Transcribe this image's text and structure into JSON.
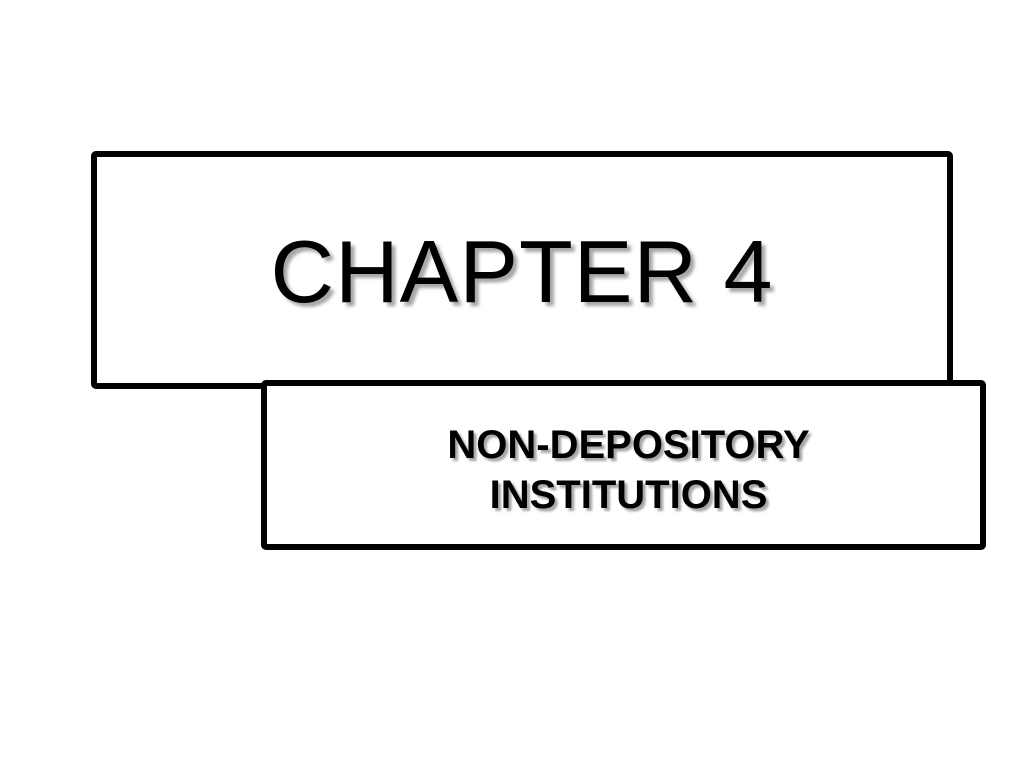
{
  "slide": {
    "title": "CHAPTER 4",
    "subtitle_lines": [
      "NON-DEPOSITORY",
      "INSTITUTIONS"
    ]
  },
  "colors": {
    "background": "#ffffff",
    "border": "#000000",
    "text": "#000000"
  }
}
